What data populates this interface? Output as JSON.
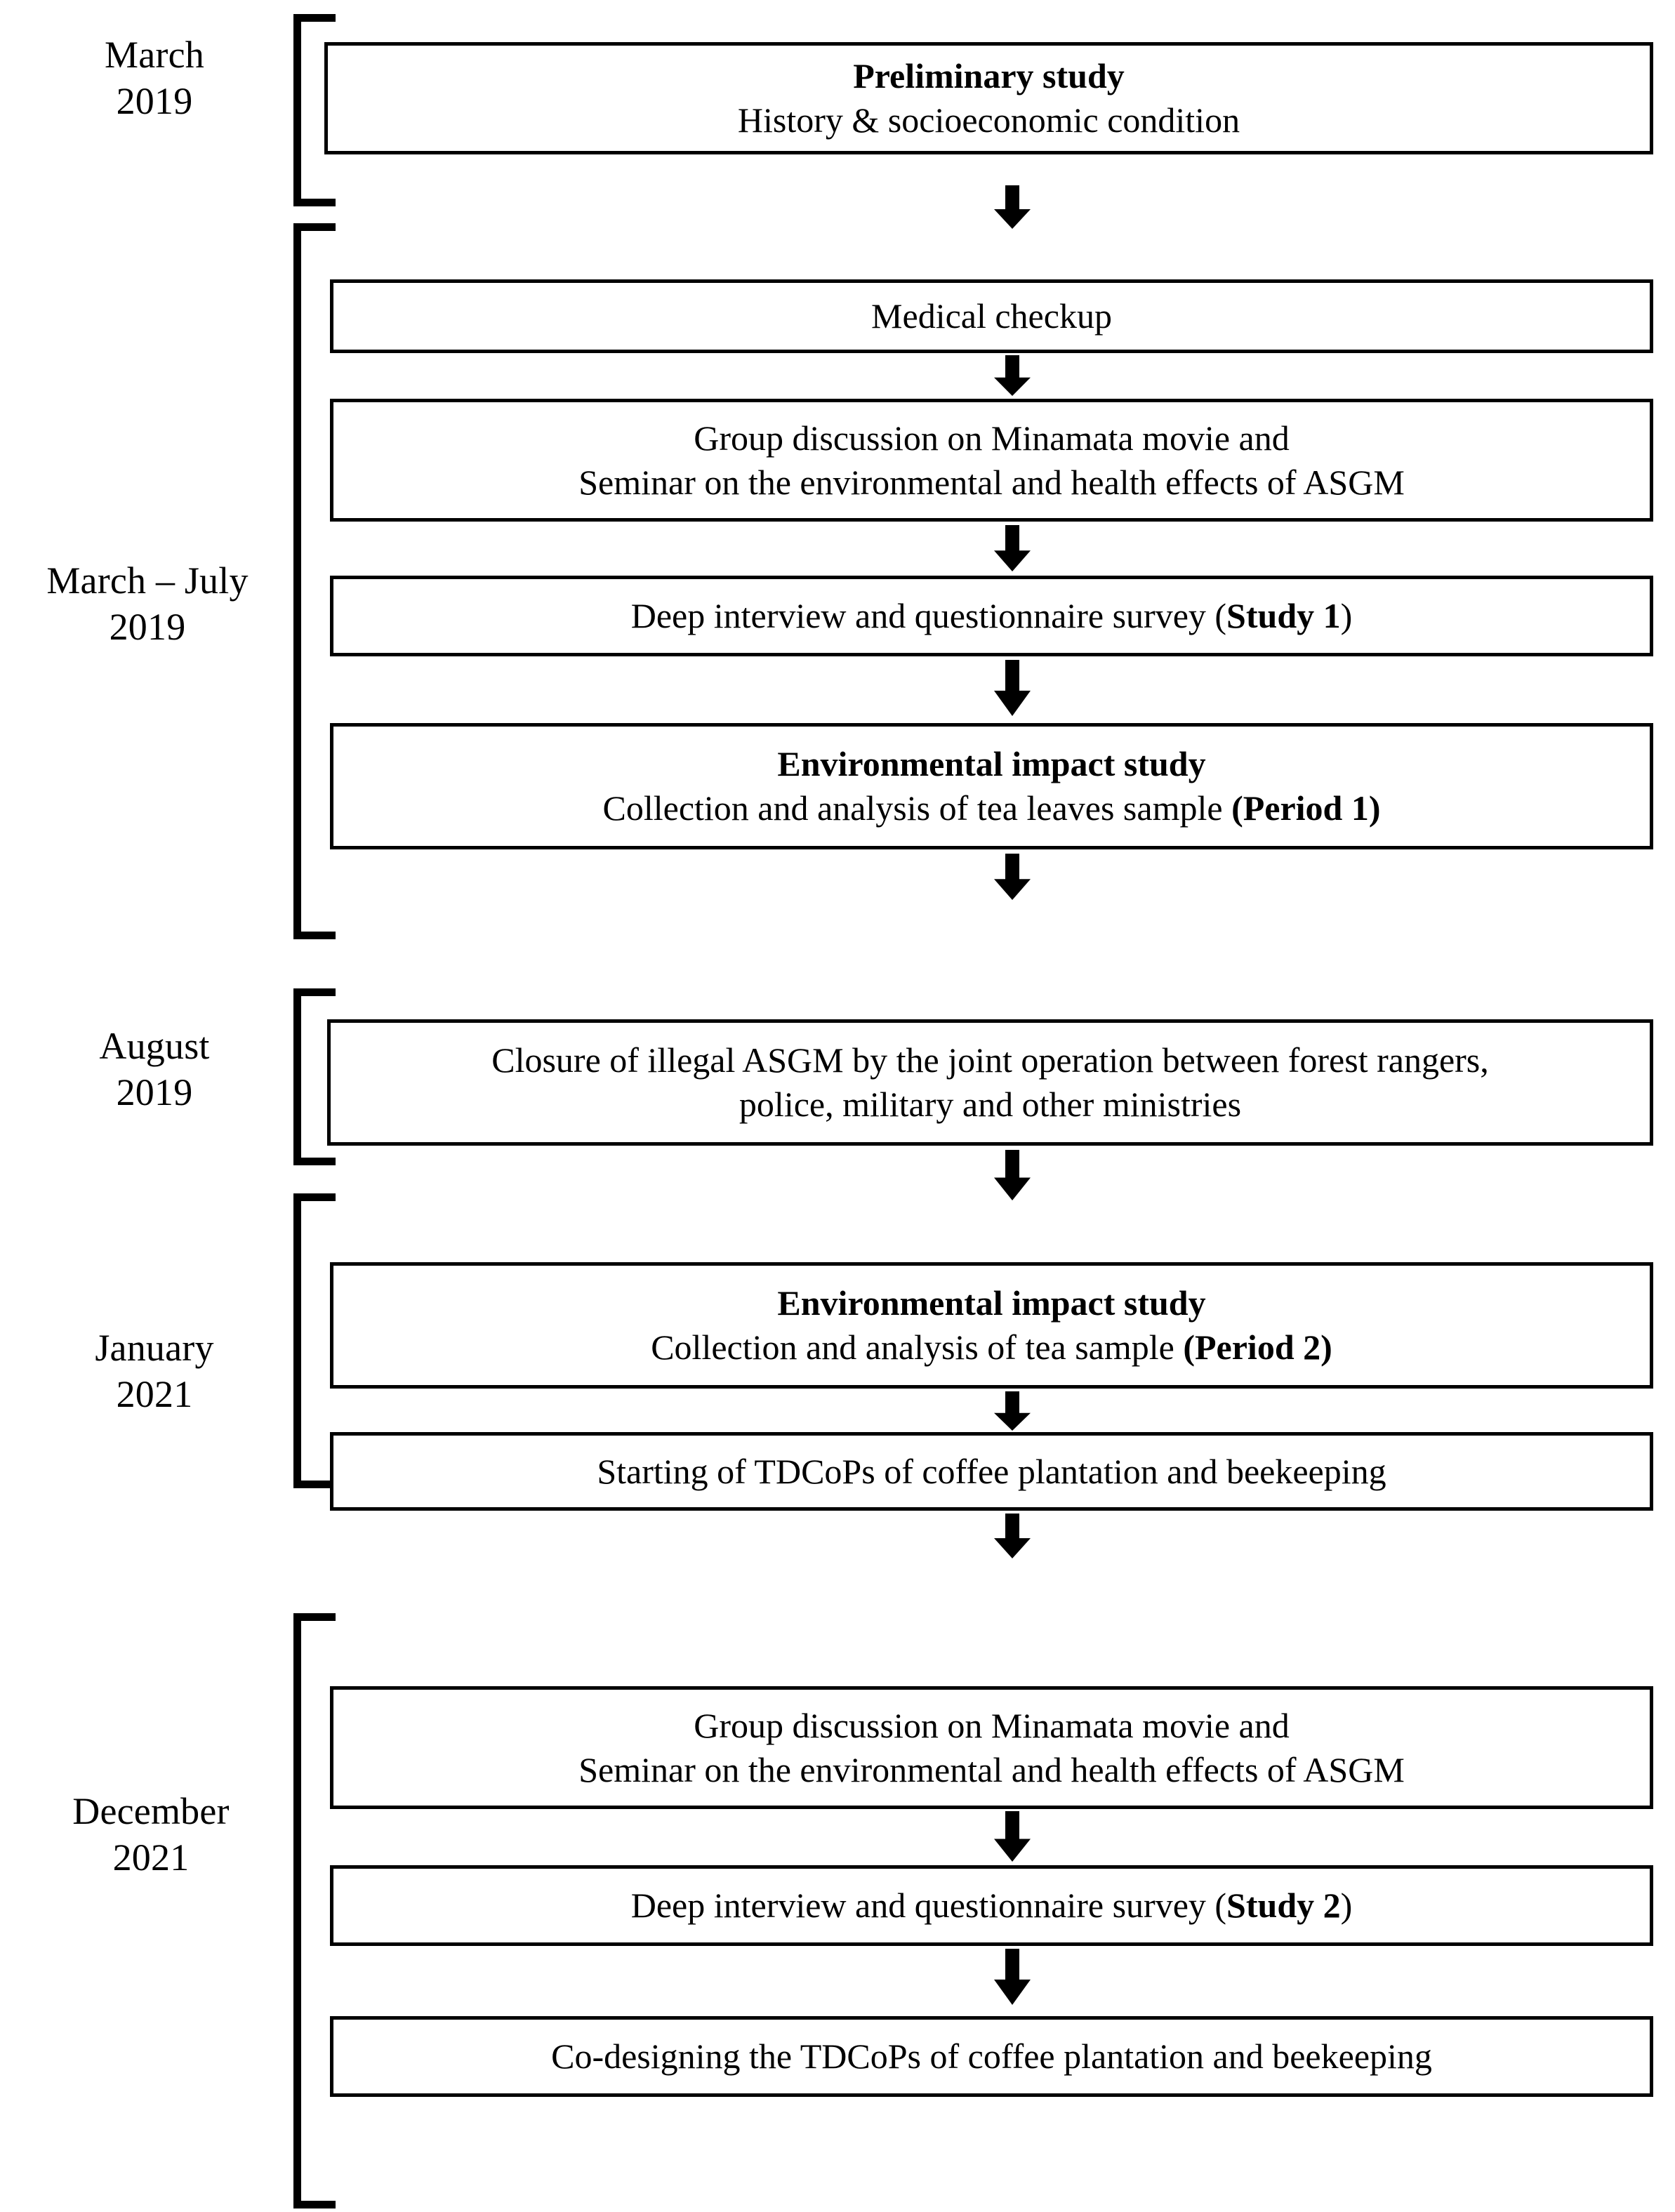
{
  "diagram": {
    "title": "Research timeline flowchart",
    "periods": [
      {
        "id": "march-2019",
        "label": "March\n2019"
      },
      {
        "id": "march-july-2019",
        "label": "March – July\n2019"
      },
      {
        "id": "august-2019",
        "label": "August\n2019"
      },
      {
        "id": "january-2021",
        "label": "January\n2021"
      },
      {
        "id": "december-2021",
        "label": "December\n2021"
      }
    ],
    "boxes": [
      {
        "id": "preliminary-study",
        "lines": [
          {
            "segments": [
              {
                "text": "Preliminary study",
                "bold": true
              }
            ]
          },
          {
            "segments": [
              {
                "text": "History & socioeconomic condition",
                "bold": false
              }
            ]
          }
        ]
      },
      {
        "id": "medical-checkup",
        "lines": [
          {
            "segments": [
              {
                "text": "Medical checkup",
                "bold": false
              }
            ]
          }
        ]
      },
      {
        "id": "group-discussion-seminar-1",
        "lines": [
          {
            "segments": [
              {
                "text": "Group discussion on Minamata movie and",
                "bold": false
              }
            ]
          },
          {
            "segments": [
              {
                "text": "Seminar on the environmental and health effects of ASGM",
                "bold": false
              }
            ]
          }
        ]
      },
      {
        "id": "deep-interview-study-1",
        "lines": [
          {
            "segments": [
              {
                "text": "Deep interview and questionnaire survey (",
                "bold": false
              },
              {
                "text": "Study 1",
                "bold": true
              },
              {
                "text": ")",
                "bold": false
              }
            ]
          }
        ]
      },
      {
        "id": "environmental-impact-period-1",
        "lines": [
          {
            "segments": [
              {
                "text": "Environmental impact study",
                "bold": true
              }
            ]
          },
          {
            "segments": [
              {
                "text": "Collection and analysis of tea leaves sample ",
                "bold": false
              },
              {
                "text": "(Period 1)",
                "bold": true
              }
            ]
          }
        ]
      },
      {
        "id": "closure-of-illegal-asgm",
        "lines": [
          {
            "segments": [
              {
                "text": "Closure of illegal ASGM by the joint operation between forest rangers,",
                "bold": false
              }
            ]
          },
          {
            "segments": [
              {
                "text": "police, military and other ministries",
                "bold": false
              }
            ]
          }
        ]
      },
      {
        "id": "environmental-impact-period-2",
        "lines": [
          {
            "segments": [
              {
                "text": "Environmental impact study",
                "bold": true
              }
            ]
          },
          {
            "segments": [
              {
                "text": "Collection and analysis of tea sample ",
                "bold": false
              },
              {
                "text": "(Period 2)",
                "bold": true
              }
            ]
          }
        ]
      },
      {
        "id": "starting-tdcops",
        "lines": [
          {
            "segments": [
              {
                "text": "Starting of TDCoPs of coffee plantation and beekeeping",
                "bold": false
              }
            ]
          }
        ]
      },
      {
        "id": "group-discussion-seminar-2",
        "lines": [
          {
            "segments": [
              {
                "text": "Group discussion on Minamata movie and",
                "bold": false
              }
            ]
          },
          {
            "segments": [
              {
                "text": "Seminar on the environmental and health effects of ASGM",
                "bold": false
              }
            ]
          }
        ]
      },
      {
        "id": "deep-interview-study-2",
        "lines": [
          {
            "segments": [
              {
                "text": "Deep interview and questionnaire survey (",
                "bold": false
              },
              {
                "text": "Study 2",
                "bold": true
              },
              {
                "text": ")",
                "bold": false
              }
            ]
          }
        ]
      },
      {
        "id": "co-designing-tdcops",
        "lines": [
          {
            "segments": [
              {
                "text": "Co-designing the TDCoPs of coffee plantation and beekeeping",
                "bold": false
              }
            ]
          }
        ]
      }
    ],
    "arrows": [
      {
        "id": "arrow-preliminary-to-medical"
      },
      {
        "id": "arrow-medical-to-group-discussion"
      },
      {
        "id": "arrow-group-discussion-to-deep-interview"
      },
      {
        "id": "arrow-deep-interview-to-environmental-1"
      },
      {
        "id": "arrow-environmental-1-to-closure"
      },
      {
        "id": "arrow-closure-to-environmental-2"
      },
      {
        "id": "arrow-environmental-2-to-starting-tdcops"
      },
      {
        "id": "arrow-starting-tdcops-to-group-discussion-2"
      },
      {
        "id": "arrow-group-discussion-2-to-deep-interview-2"
      },
      {
        "id": "arrow-deep-interview-2-to-co-designing"
      }
    ],
    "colors": {
      "stroke": "#000000",
      "background": "#ffffff"
    }
  }
}
